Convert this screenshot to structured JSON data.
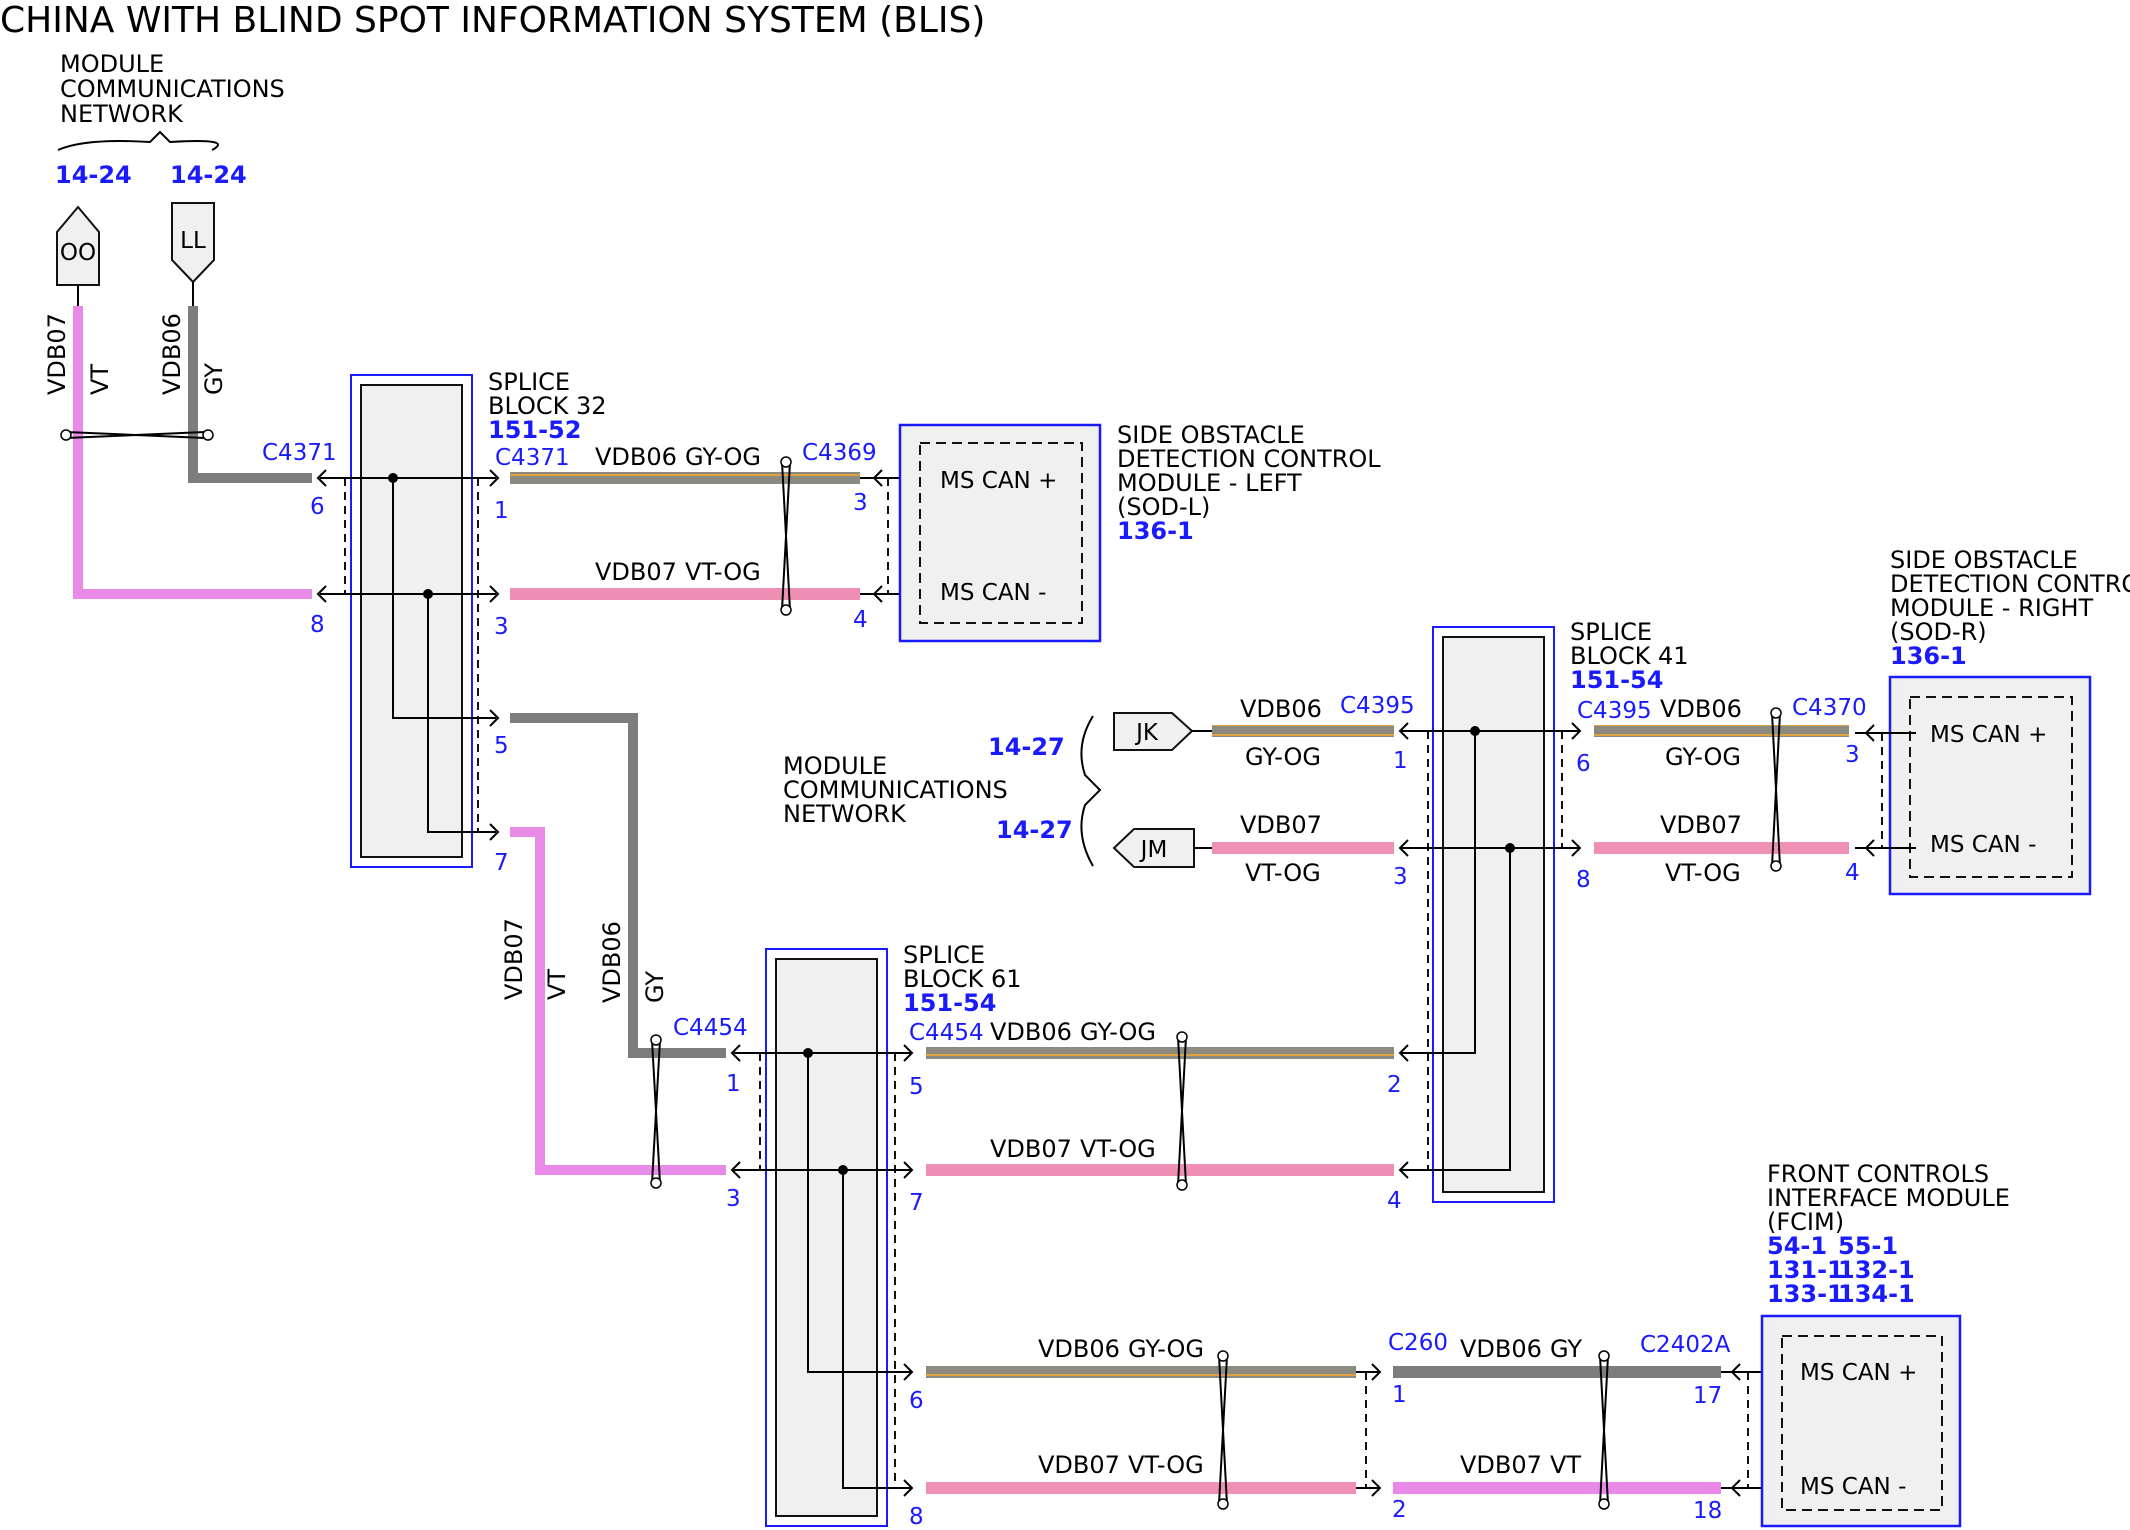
{
  "title": "CHINA WITH BLIND SPOT INFORMATION SYSTEM (BLIS)",
  "colors": {
    "gy": "#7d7d7d",
    "vt": "#e98ae8",
    "pink": "#ef8fb5",
    "gy_og_base": "#8a8a80",
    "gy_og_stripe": "#e0a040",
    "ref_blue": "#1a1aff"
  },
  "mcn_top": {
    "label_lines": [
      "MODULE",
      "COMMUNICATIONS",
      "NETWORK"
    ],
    "ref_left": "14-24",
    "ref_right": "14-24",
    "conn_left": "OO",
    "conn_right": "LL",
    "wire_left": {
      "circuit": "VDB07",
      "color": "VT"
    },
    "wire_right": {
      "circuit": "VDB06",
      "color": "GY"
    }
  },
  "splice_32": {
    "label_lines": [
      "SPLICE",
      "BLOCK 32"
    ],
    "ref": "151-52",
    "connector_left": "C4371",
    "connector_right": "C4371",
    "pins_left": [
      "6",
      "8"
    ],
    "pins_right": [
      "1",
      "3",
      "5",
      "7"
    ]
  },
  "wire_sb32_sodl_top": {
    "circuit": "VDB06",
    "color": "GY-OG"
  },
  "wire_sb32_sodl_bot": {
    "circuit": "VDB07",
    "color": "VT-OG"
  },
  "sod_left": {
    "label_lines": [
      "SIDE OBSTACLE",
      "DETECTION CONTROL",
      "MODULE - LEFT",
      "(SOD-L)"
    ],
    "ref": "136-1",
    "connector": "C4369",
    "pins": [
      "3",
      "4"
    ],
    "line_plus": "MS CAN +",
    "line_minus": "MS CAN -"
  },
  "sod_right": {
    "label_lines": [
      "SIDE OBSTACLE",
      "DETECTION CONTROL",
      "MODULE - RIGHT",
      "(SOD-R)"
    ],
    "ref": "136-1",
    "connector": "C4370",
    "pins": [
      "3",
      "4"
    ],
    "line_plus": "MS CAN +",
    "line_minus": "MS CAN -"
  },
  "mcn_mid": {
    "label_lines": [
      "MODULE",
      "COMMUNICATIONS",
      "NETWORK"
    ],
    "ref_top": "14-27",
    "ref_bottom": "14-27",
    "conn_top": "JK",
    "conn_bottom": "JM",
    "wire_top": {
      "circuit": "VDB06",
      "color": "GY-OG"
    },
    "wire_bottom": {
      "circuit": "VDB07",
      "color": "VT-OG"
    }
  },
  "splice_41": {
    "label_lines": [
      "SPLICE",
      "BLOCK 41"
    ],
    "ref": "151-54",
    "connector_right": "C4395",
    "connector_left": "C4395",
    "pins_left": [
      "1",
      "3",
      "2",
      "4"
    ],
    "pins_right": [
      "6",
      "8"
    ]
  },
  "wire_sb41_sodr_top": {
    "circuit": "VDB06",
    "color": "GY-OG"
  },
  "wire_sb41_sodr_bot": {
    "circuit": "VDB07",
    "color": "VT-OG"
  },
  "wire_sb32_down_left": {
    "circuit": "VDB07",
    "color": "VT"
  },
  "wire_sb32_down_right": {
    "circuit": "VDB06",
    "color": "GY"
  },
  "splice_61": {
    "label_lines": [
      "SPLICE",
      "BLOCK 61"
    ],
    "ref": "151-54",
    "connector_left": "C4454",
    "connector_right": "C4454",
    "pins_left": [
      "1",
      "3"
    ],
    "pins_right": [
      "5",
      "7",
      "6",
      "8"
    ]
  },
  "wire_sb61_sb41_top": {
    "circuit": "VDB06",
    "color": "GY-OG"
  },
  "wire_sb61_sb41_bot": {
    "circuit": "VDB07",
    "color": "VT-OG"
  },
  "wire_sb61_c260_top": {
    "circuit": "VDB06",
    "color": "GY-OG"
  },
  "wire_sb61_c260_bot": {
    "circuit": "VDB07",
    "color": "VT-OG"
  },
  "c260": {
    "connector": "C260",
    "pins": [
      "1",
      "2"
    ]
  },
  "wire_c260_fcim_top": {
    "circuit": "VDB06",
    "color": "GY"
  },
  "wire_c260_fcim_bot": {
    "circuit": "VDB07",
    "color": "VT"
  },
  "fcim": {
    "label_lines": [
      "FRONT CONTROLS",
      "INTERFACE MODULE",
      "(FCIM)"
    ],
    "refs": [
      "54-1",
      "55-1",
      "131-1",
      "132-1",
      "133-1",
      "134-1"
    ],
    "connector": "C2402A",
    "pins": [
      "17",
      "18"
    ],
    "line_plus": "MS CAN +",
    "line_minus": "MS CAN -"
  }
}
